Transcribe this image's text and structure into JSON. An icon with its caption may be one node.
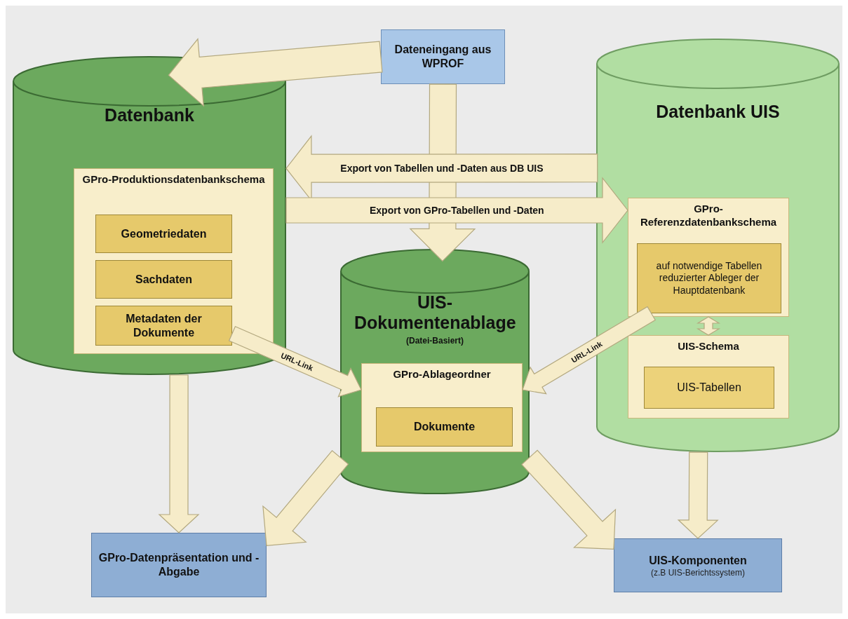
{
  "diagram": {
    "nodes": [
      {
        "text": [
          "Dateneingang aus WPROF"
        ]
      },
      {
        "text": [
          "Datenbank"
        ]
      },
      {
        "text": [
          "GPro-Produktionsdatenbankschema"
        ],
        "in": 1
      },
      {
        "text": [
          "Geometriedaten"
        ],
        "in": 2
      },
      {
        "text": [
          "Sachdaten"
        ],
        "in": 2
      },
      {
        "text": [
          "Metadaten der Dokumente"
        ],
        "in": 2
      },
      {
        "text": [
          "UIS-Dokumentenablage",
          "(Datei-Basiert)"
        ]
      },
      {
        "text": [
          "GPro-Ablageordner"
        ],
        "in": 6
      },
      {
        "text": [
          "Dokumente"
        ],
        "in": 7
      },
      {
        "text": [
          "Datenbank UIS"
        ]
      },
      {
        "text": [
          "GPro-Referenzdatenbankschema"
        ],
        "in": 9
      },
      {
        "text": [
          "auf notwendige Tabellen reduzierter Ableger der Hauptdatenbank"
        ],
        "in": 10
      },
      {
        "text": [
          "UIS-Schema"
        ],
        "in": 9
      },
      {
        "text": [
          "UIS-Tabellen"
        ],
        "in": 12
      },
      {
        "text": [
          "GPro-Datenpräsentation und -Abgabe"
        ]
      },
      {
        "text": [
          "UIS-Komponenten",
          "(z.B UIS-Berichtssystem)"
        ]
      }
    ],
    "edges": [
      {
        "from": 0,
        "to": 1,
        "arrow": "to"
      },
      {
        "from": 0,
        "to": 6,
        "arrow": "to"
      },
      {
        "from": 9,
        "to": 1,
        "arrow": "to",
        "label": "Export von Tabellen und -Daten aus DB UIS"
      },
      {
        "from": 1,
        "to": 10,
        "arrow": "to",
        "label": "Export von GPro-Tabellen und -Daten"
      },
      {
        "from": 5,
        "to": 7,
        "arrow": "to",
        "label": "URL-Link"
      },
      {
        "from": 11,
        "to": 7,
        "arrow": "to",
        "label": "URL-Link"
      },
      {
        "from": 10,
        "to": 12,
        "arrow": "both"
      },
      {
        "from": 1,
        "to": 14,
        "arrow": "to"
      },
      {
        "from": 6,
        "to": 14,
        "arrow": "to"
      },
      {
        "from": 6,
        "to": 15,
        "arrow": "to"
      },
      {
        "from": 9,
        "to": 15,
        "arrow": "to"
      }
    ]
  }
}
